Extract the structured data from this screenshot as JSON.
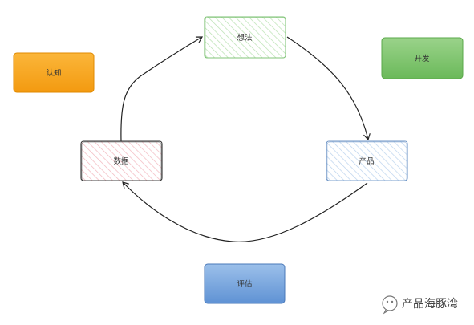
{
  "nodes": {
    "cognition": {
      "label": "认知",
      "fill": "#f8a825",
      "stroke": "#e08a00",
      "style": "solid-gradient"
    },
    "idea": {
      "label": "想法",
      "fill": "#b9e2b2",
      "stroke": "#7ac070",
      "style": "hachure"
    },
    "develop": {
      "label": "开发",
      "fill": "#7fc46c",
      "stroke": "#5aa84a",
      "style": "solid-gradient"
    },
    "data": {
      "label": "数据",
      "fill": "#f3b9c0",
      "stroke": "#333333",
      "style": "hachure"
    },
    "product": {
      "label": "产品",
      "fill": "#bcd3ee",
      "stroke": "#6f95c5",
      "style": "hachure"
    },
    "evaluate": {
      "label": "评估",
      "fill": "#6f9fd8",
      "stroke": "#4a78b8",
      "style": "solid-gradient"
    }
  },
  "edges": [
    {
      "from": "idea",
      "to": "product"
    },
    {
      "from": "product",
      "to": "data"
    },
    {
      "from": "data",
      "to": "idea"
    }
  ],
  "watermark": {
    "text": "产品海豚湾",
    "icon": "wechat-icon"
  }
}
